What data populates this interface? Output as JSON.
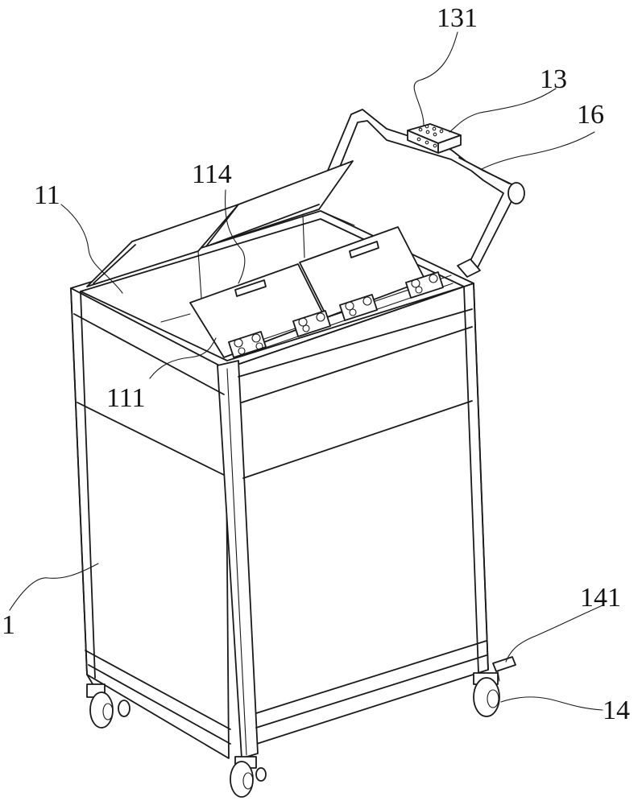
{
  "labels": {
    "l131": "131",
    "l13": "13",
    "l16": "16",
    "l114": "114",
    "l11": "11",
    "l111": "111",
    "l1": "1",
    "l141": "141",
    "l14": "14"
  }
}
